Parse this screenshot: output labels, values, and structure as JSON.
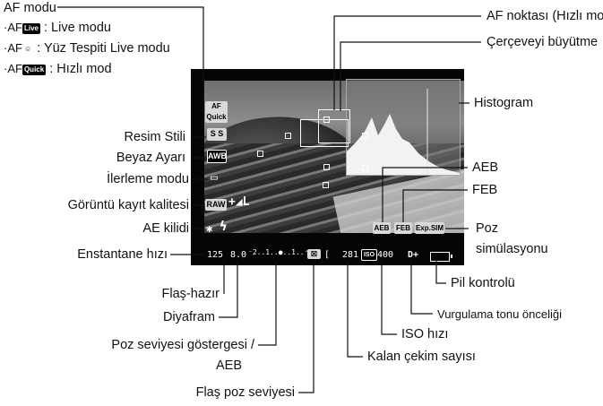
{
  "af_modes": {
    "title": "AF modu",
    "items": [
      {
        "prefix": "·AF",
        "badge": "Live",
        "label": " : Live modu"
      },
      {
        "prefix": "·AF",
        "badge": "☺",
        "label": " : Yüz Tespiti Live modu"
      },
      {
        "prefix": "·AF",
        "badge": "Quick",
        "label": " : Hızlı mod"
      }
    ]
  },
  "left_labels": {
    "picture_style": "Resim Stili",
    "white_balance": "Beyaz Ayarı",
    "drive_mode": "İlerleme modu",
    "image_quality": "Görüntü kayıt kalitesi",
    "ae_lock": "AE kilidi",
    "shutter_speed": "Enstantane hızı"
  },
  "right_labels": {
    "af_point": "AF noktası (Hızlı mod)",
    "magnify_frame": "Çerçeveyi büyütme",
    "histogram": "Histogram",
    "aeb": "AEB",
    "feb": "FEB",
    "exposure_sim_line1": "Poz",
    "exposure_sim_line2": "simülasyonu",
    "battery_check": "Pil kontrolü",
    "highlight_priority": "Vurgulama tonu önceliği",
    "iso_speed": "ISO hızı",
    "shots_remaining": "Kalan çekim sayısı"
  },
  "bottom_labels": {
    "flash_ready": "Flaş-hazır",
    "aperture": "Diyafram",
    "exposure_level_line1": "Poz seviyesi göstergesi /",
    "exposure_level_line2": "AEB",
    "flash_exposure": "Flaş poz seviyesi"
  },
  "lcd": {
    "af_mode_icon": "AF Quick",
    "picture_style_icon": "S S",
    "wb_icon": "AWB",
    "drive_icon": "▭",
    "quality_raw": "RAW",
    "quality_jpeg": "+◢L",
    "ae_lock": "✱",
    "flash": "ϟ",
    "shutter": "125",
    "aperture": "8.0",
    "exp_scale": "⁻2..1..●..1..⁺2",
    "flash_comp": "☒",
    "bracket": "[",
    "shots": "281",
    "iso_label": "ISO",
    "iso_value": "400",
    "highlight": "D+",
    "aeb_icon": "AEB",
    "feb_icon": "FEB",
    "expsim_icon": "Exp.SIM"
  }
}
